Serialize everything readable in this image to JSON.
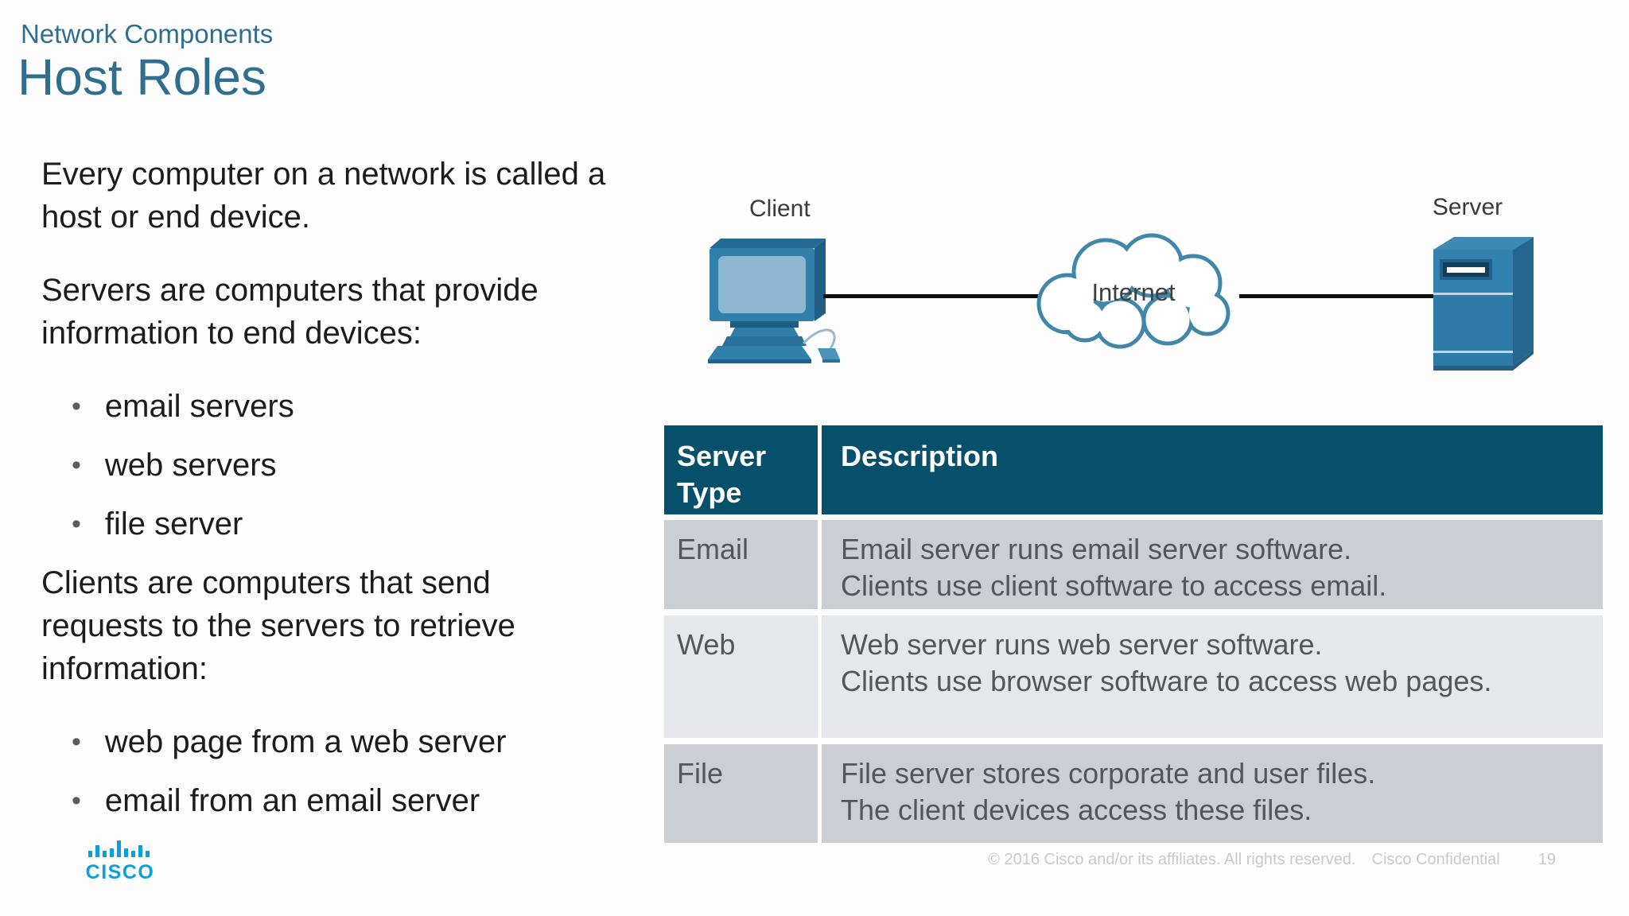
{
  "slide": {
    "pretitle": "Network Components",
    "title": "Host Roles",
    "colors": {
      "accent_teal": "#2f6e8e",
      "table_header_bg": "#07506b",
      "table_row_dark": "#cbced3",
      "table_row_light": "#e6e7ea",
      "device_blue": "#2e7ba8",
      "cisco_blue": "#0d9fd8",
      "footer_gray": "#c8c9cd"
    }
  },
  "content": {
    "para1": "Every computer on a network is called a host or end device.",
    "para2": "Servers are computers that provide information to end devices:",
    "server_bullets": [
      "email servers",
      "web servers",
      "file server"
    ],
    "para3": "Clients are computers that send requests to the servers to retrieve information:",
    "client_bullets": [
      "web page from a web server",
      "email from an email server"
    ]
  },
  "diagram": {
    "client_label": "Client",
    "cloud_label": "Internet",
    "server_label": "Server"
  },
  "table": {
    "headers": [
      "Server Type",
      "Description"
    ],
    "rows": [
      {
        "type": "Email",
        "lines": [
          "Email server runs email server software.",
          "Clients use client software to access email."
        ]
      },
      {
        "type": "Web",
        "lines": [
          "Web server runs web server software.",
          "Clients use browser software to access web pages."
        ]
      },
      {
        "type": "File",
        "lines": [
          "File server stores corporate and user files.",
          "The client devices access these files."
        ]
      }
    ]
  },
  "footer": {
    "copyright": "© 2016  Cisco and/or its affiliates. All rights reserved.",
    "confidential": "Cisco Confidential",
    "page_number": "19"
  },
  "logo": {
    "text": "CISCO"
  }
}
